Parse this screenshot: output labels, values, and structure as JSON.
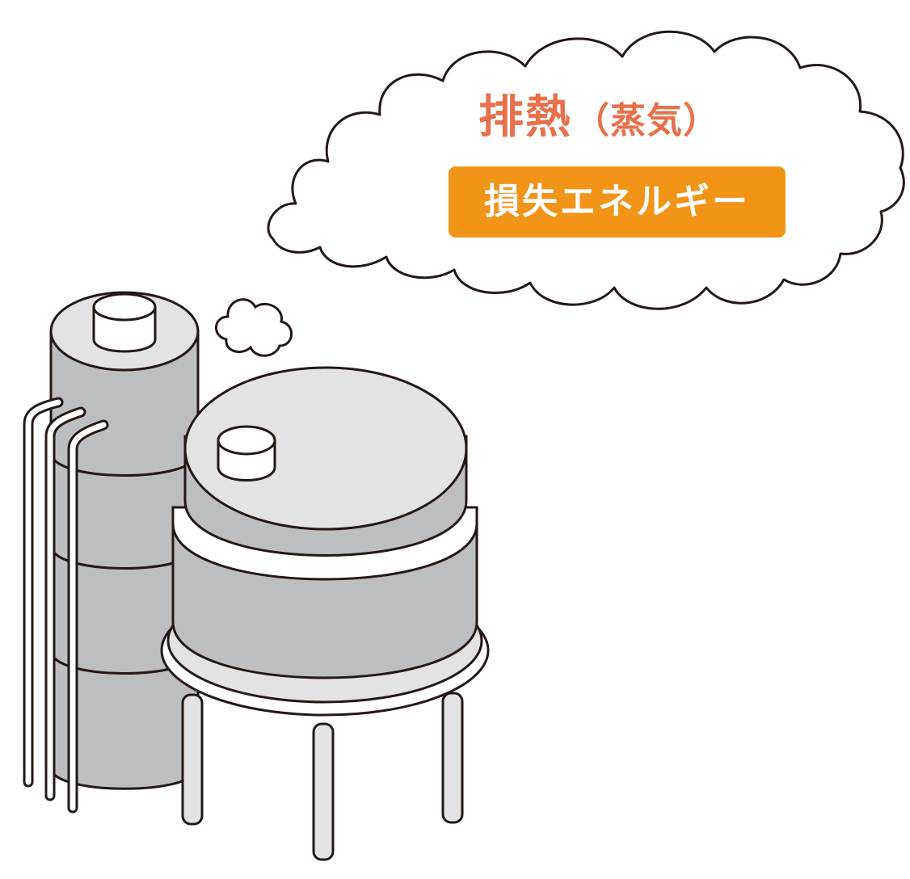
{
  "title": {
    "main": "排熱",
    "sub": "（蒸気）"
  },
  "badge": {
    "label": "損失エネルギー"
  },
  "colors": {
    "title": "#E8704A",
    "badge_bg": "#F29418",
    "badge_text": "#FFFFFF",
    "tank_light": "#E3E3E3",
    "tank_mid": "#BDBEBF",
    "outline": "#231815",
    "cloud_fill": "#FFFFFF"
  },
  "icons": {
    "cloud": "thought-cloud-icon",
    "tank": "storage-tank-icon"
  }
}
